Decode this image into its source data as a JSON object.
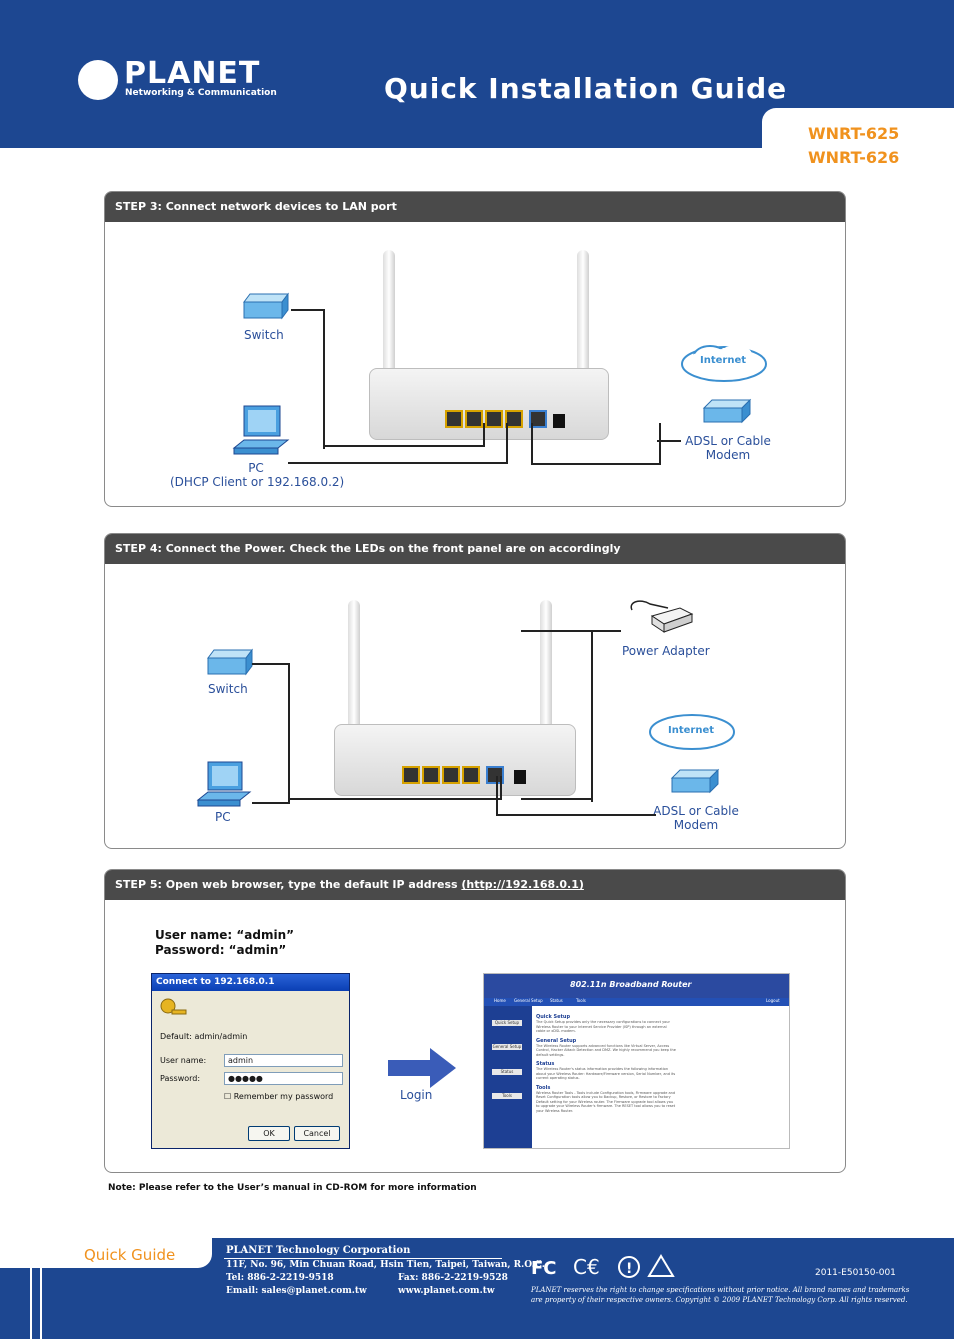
{
  "header": {
    "brand_name": "PLANET",
    "brand_tagline": "Networking & Communication",
    "title": "Quick Installation Guide",
    "models": [
      "WNRT-625",
      "WNRT-626"
    ]
  },
  "step3": {
    "heading": "STEP 3: Connect network devices to LAN port",
    "switch_label": "Switch",
    "pc_label": "PC",
    "pc_sublabel": "(DHCP Client or 192.168.0.2)",
    "internet_label": "Internet",
    "modem_label_line1": "ADSL or Cable",
    "modem_label_line2": "Modem"
  },
  "step4": {
    "heading": "STEP 4: Connect the Power. Check the LEDs on the front panel are on accordingly",
    "switch_label": "Switch",
    "pc_label": "PC",
    "adapter_label": "Power Adapter",
    "internet_label": "Internet",
    "modem_label_line1": "ADSL or Cable",
    "modem_label_line2": "Modem"
  },
  "step5": {
    "heading_prefix": "STEP 5: Open web browser, type the default IP address ",
    "heading_url": "(http://192.168.0.1)",
    "username_line": "User name: “admin”",
    "password_line": "Password: “admin”",
    "login_label": "Login",
    "dialog": {
      "title": "Connect to 192.168.0.1",
      "realm": "Default: admin/admin",
      "user_label": "User name:",
      "user_value": "admin",
      "pass_label": "Password:",
      "pass_value": "●●●●●",
      "remember_label": "Remember my password",
      "ok_label": "OK",
      "cancel_label": "Cancel"
    },
    "web": {
      "title": "802.11n Broadband Router",
      "nav": [
        "Home",
        "General Setup",
        "Status",
        "Tools"
      ],
      "logout": "Logout",
      "side": [
        "Quick Setup",
        "General Setup",
        "Status",
        "Tools"
      ],
      "sections": [
        {
          "h": "Quick Setup",
          "t": "The Quick Setup provides only the necessary configurations to connect your Wireless Router to your Internet Service Provider (ISP) through an external cable or xDSL modem."
        },
        {
          "h": "General Setup",
          "t": "The Wireless Router supports advanced functions like Virtual Server, Access Control, Hacker Attack Detection and DMZ. We highly recommend you keep the default settings."
        },
        {
          "h": "Status",
          "t": "The Wireless Router's status information provides the following information about your Wireless Router: Hardware/Firmware version, Serial Number, and its current operating status."
        },
        {
          "h": "Tools",
          "t": "Wireless Router Tools - Tools include Configuration tools, Firmware upgrade and Reset Configuration tools allow you to Backup, Restore, or Restore to Factory Default setting for your Wireless router. The Firmware upgrade tool allows you to upgrade your Wireless Router's firmware. The RESET tool allows you to reset your Wireless Router."
        }
      ]
    }
  },
  "note": "Note:  Please refer to the User’s manual in CD-ROM for more information",
  "footer": {
    "quick_guide": "Quick Guide",
    "company": "PLANET Technology Corporation",
    "address": "11F, No. 96, Min Chuan Road, Hsin Tien, Taipei, Taiwan, R.O.C.",
    "tel": "Tel: 886-2-2219-9518",
    "fax": "Fax: 886-2-2219-9528",
    "email": "Email: sales@planet.com.tw",
    "web": "www.planet.com.tw",
    "doc_code": "2011-E50150-001",
    "disclaimer": "PLANET reserves the right to change specifications without prior notice.  All brand names and trademarks are property of their respective owners. Copyright © 2009 PLANET Technology Corp.  All rights reserved."
  },
  "colors": {
    "brand_blue": "#1d4791",
    "accent_orange": "#f0921e",
    "label_blue": "#2a4f9a",
    "bar_gray": "#4a4a4a"
  }
}
